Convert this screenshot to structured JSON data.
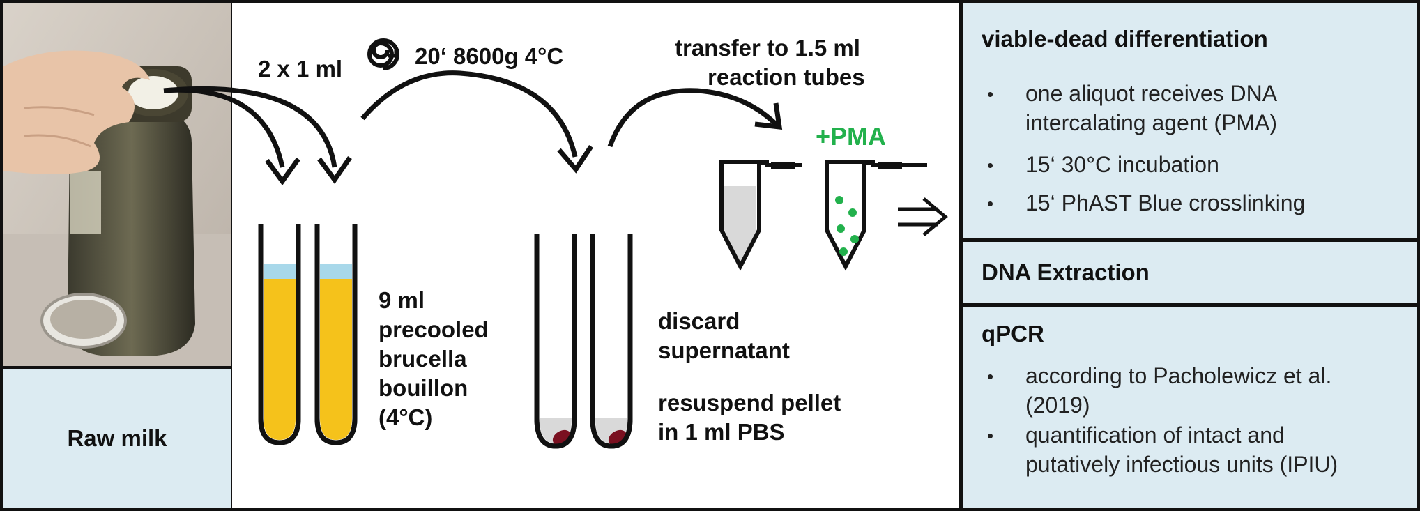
{
  "photo_panel": {
    "label": "Raw milk"
  },
  "center": {
    "aliquot_label": "2 x 1 ml",
    "centrifuge_label": "20‘ 8600g 4°C",
    "transfer_line1": "transfer to 1.5 ml",
    "transfer_line2": "reaction tubes",
    "pma_label": "+PMA",
    "broth_lines": [
      "9 ml",
      "precooled",
      "brucella",
      "bouillon",
      "(4°C)"
    ],
    "discard_lines": [
      "discard",
      "supernatant"
    ],
    "resuspend_lines": [
      "resuspend pellet",
      "in 1 ml PBS"
    ]
  },
  "right": {
    "viability": {
      "title": "viable-dead differentiation",
      "items": [
        [
          "one aliquot receives DNA",
          "intercalating agent (PMA)"
        ],
        [
          "15‘ 30°C incubation"
        ],
        [
          "15‘ PhAST Blue crosslinking"
        ]
      ]
    },
    "extraction": {
      "title": "DNA Extraction"
    },
    "qpcr": {
      "title": "qPCR",
      "items": [
        [
          "according to Pacholewicz et al.",
          "(2019)"
        ],
        [
          "quantification of intact and",
          "putatively infectious units (IPIU)"
        ]
      ]
    },
    "bullet": "•"
  },
  "colors": {
    "broth": "#f5c21b",
    "cap_liquid": "#a8d8ea",
    "panel_fill": "#dcebf2",
    "pma_green": "#22b14c",
    "pellet": "#7a1020",
    "tube_liquid": "#d9d9d9"
  }
}
